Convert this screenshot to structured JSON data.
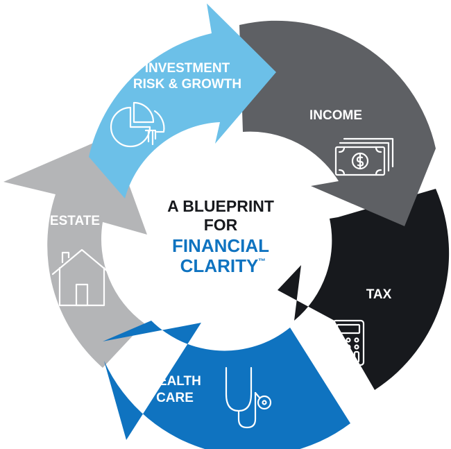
{
  "center": {
    "line1": "A BLUEPRINT",
    "line2": "FOR",
    "line3": "FINANCIAL",
    "line4": "CLARITY",
    "trademark": "™"
  },
  "segments": {
    "investment": {
      "line1": "INVESTMENT",
      "line2": "RISK & GROWTH",
      "icon": "pie-chart-icon",
      "color": "#6cc0e8"
    },
    "income": {
      "label": "INCOME",
      "icon": "cash-icon",
      "color": "#5e6064"
    },
    "tax": {
      "label": "TAX",
      "icon": "calculator-icon",
      "color": "#17191d"
    },
    "health": {
      "line1": "HEALTH",
      "line2": "CARE",
      "icon": "stethoscope-icon",
      "color": "#0f73c0"
    },
    "estate": {
      "label": "ESTATE",
      "icon": "house-icon",
      "color": "#b4b5b7"
    }
  },
  "colors": {
    "dark_text": "#17191d",
    "accent_text": "#0f73c0"
  }
}
